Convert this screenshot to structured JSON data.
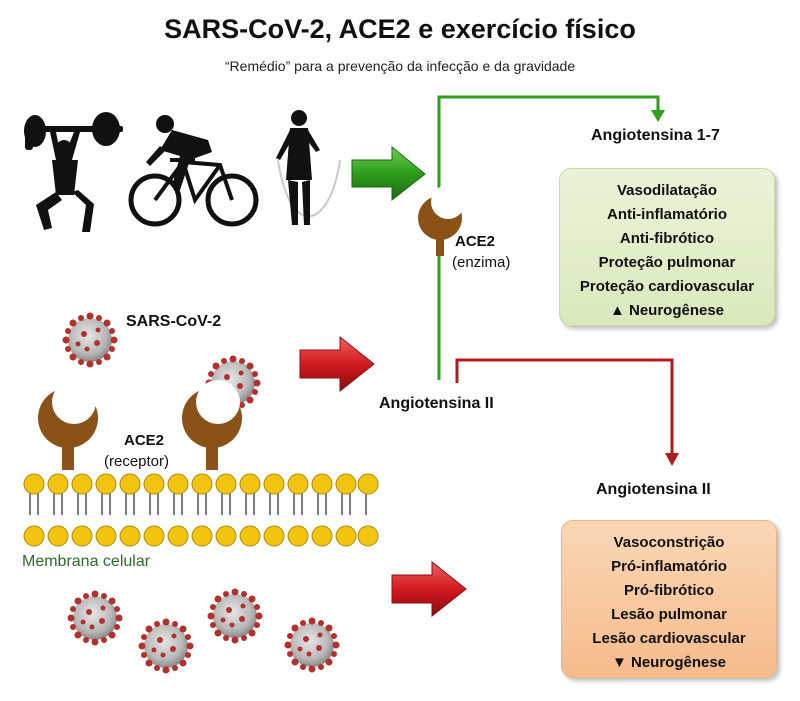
{
  "header": {
    "title": "SARS-CoV-2, ACE2 e exercício físico",
    "subtitle": "“Remédio” para a prevenção da infecção e da gravidade"
  },
  "labels": {
    "ace2_enzyme": "ACE2",
    "ace2_enzyme_note": "(enzima)",
    "sars": "SARS-CoV-2",
    "ace2_receptor": "ACE2",
    "ace2_receptor_note": "(receptor)",
    "angiotensina_ii_center": "Angiotensina II",
    "angiotensina_17": "Angiotensina 1-7",
    "angiotensina_ii_right": "Angiotensina II",
    "membrana": "Membrana celular"
  },
  "benefits": {
    "items": [
      "Vasodilatação",
      "Anti-inflamatório",
      "Anti-fibrótico",
      "Proteção pulmonar",
      "Proteção cardiovascular",
      "Neurogênese"
    ],
    "last_prefix": "🡅"
  },
  "harms": {
    "items": [
      "Vasoconstrição",
      "Pró-inflamatório",
      "Pró-fibrótico",
      "Lesão pulmonar",
      "Lesão cardiovascular",
      "Neurogênese"
    ],
    "last_prefix": "🡇"
  },
  "icons": [
    "weightlifter-icon",
    "cyclist-icon",
    "jump-rope-icon",
    "virus-icon",
    "ace2-receptor-icon"
  ],
  "colors": {
    "green_arrow": "#2e9e1c",
    "red_arrow": "#c4161c",
    "ace2_brown": "#8a5216",
    "membrane_yellow": "#f2c40f",
    "virus_red": "#b03a36"
  }
}
